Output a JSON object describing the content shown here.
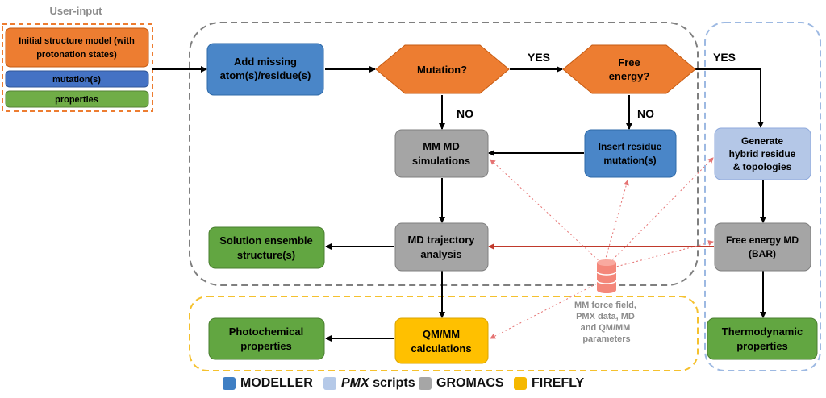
{
  "user_input": {
    "title": "User-input",
    "structure_label": "Initial structure model (with protonation states)",
    "mutation_label": "mutation(s)",
    "properties_label": "properties"
  },
  "nodes": {
    "add_missing": [
      "Add missing",
      "atom(s)/residue(s)"
    ],
    "mutation_q": [
      "Mutation?"
    ],
    "free_energy_q": [
      "Free",
      "energy?"
    ],
    "mm_md": [
      "MM MD",
      "simulations"
    ],
    "insert_residue": [
      "Insert residue",
      "mutation(s)"
    ],
    "generate_hybrid": [
      "Generate",
      "hybrid residue",
      "& topologies"
    ],
    "md_analysis": [
      "MD trajectory",
      "analysis"
    ],
    "free_energy_md": [
      "Free energy MD",
      "(BAR)"
    ],
    "solution_ensemble": [
      "Solution ensemble",
      "structure(s)"
    ],
    "qmmm": [
      "QM/MM",
      "calculations"
    ],
    "photochemical": [
      "Photochemical",
      "properties"
    ],
    "thermodynamic": [
      "Thermodynamic",
      "properties"
    ]
  },
  "edge_labels": {
    "yes_1": "YES",
    "yes_2": "YES",
    "no_1": "NO",
    "no_2": "NO"
  },
  "database": {
    "icon": "database-icon",
    "label_lines": [
      "MM force field,",
      "PMX data, MD",
      "and QM/MM",
      "parameters"
    ]
  },
  "legend": [
    {
      "key": "modeller",
      "label": "MODELLER",
      "color": "#3f7fc4"
    },
    {
      "key": "pmx",
      "label_italic": "PMX",
      "label_rest": " scripts",
      "color": "#b5c9e8"
    },
    {
      "key": "gromacs",
      "label": "GROMACS",
      "color": "#a6a6a6"
    },
    {
      "key": "firefly",
      "label": "FIREFLY",
      "color": "#f5b800"
    }
  ],
  "colors": {
    "orange": "#ed7d31",
    "blue": "#4a86c8",
    "light_blue": "#b4c7e7",
    "gray": "#a5a5a5",
    "green": "#62a641",
    "yellow": "#ffc000",
    "dashed_gray": "#7f7f7f",
    "dashed_yellow": "#f5c12e",
    "dashed_blue": "#9db9e2",
    "dotted_red": "#e57373",
    "db_icon": "#f4877a"
  }
}
